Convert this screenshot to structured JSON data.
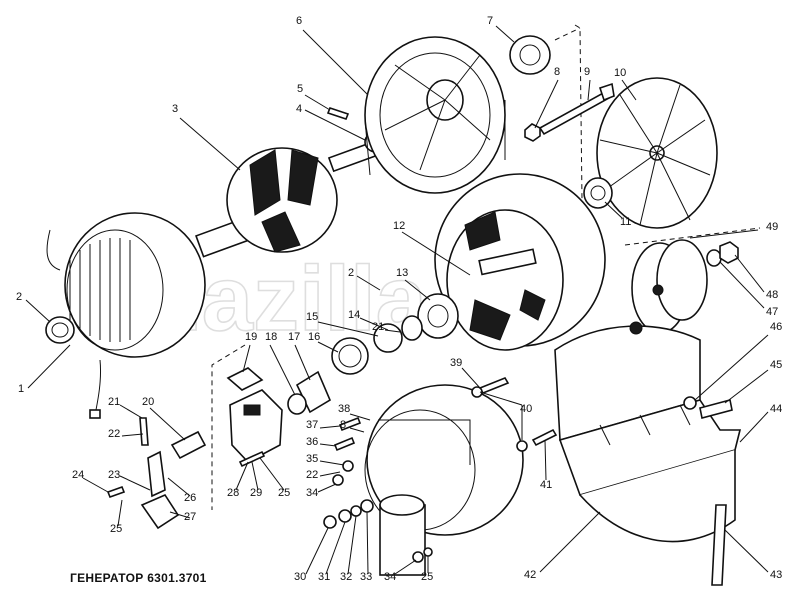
{
  "title": "ГЕНЕРАТОР 6301.3701",
  "watermark": "mazilla",
  "callouts": [
    {
      "n": "1",
      "label": "1"
    },
    {
      "n": "2a",
      "label": "2"
    },
    {
      "n": "2b",
      "label": "2"
    },
    {
      "n": "3",
      "label": "3"
    },
    {
      "n": "4",
      "label": "4"
    },
    {
      "n": "5",
      "label": "5"
    },
    {
      "n": "6",
      "label": "6"
    },
    {
      "n": "7",
      "label": "7"
    },
    {
      "n": "8a",
      "label": "8"
    },
    {
      "n": "8b",
      "label": "8"
    },
    {
      "n": "9",
      "label": "9"
    },
    {
      "n": "10",
      "label": "10"
    },
    {
      "n": "11",
      "label": "11"
    },
    {
      "n": "12",
      "label": "12"
    },
    {
      "n": "13",
      "label": "13"
    },
    {
      "n": "14",
      "label": "14"
    },
    {
      "n": "15",
      "label": "15"
    },
    {
      "n": "16",
      "label": "16"
    },
    {
      "n": "17",
      "label": "17"
    },
    {
      "n": "18",
      "label": "18"
    },
    {
      "n": "19",
      "label": "19"
    },
    {
      "n": "20",
      "label": "20"
    },
    {
      "n": "21a",
      "label": "21"
    },
    {
      "n": "21b",
      "label": "21"
    },
    {
      "n": "22a",
      "label": "22"
    },
    {
      "n": "22b",
      "label": "22"
    },
    {
      "n": "23",
      "label": "23"
    },
    {
      "n": "24",
      "label": "24"
    },
    {
      "n": "25a",
      "label": "25"
    },
    {
      "n": "25b",
      "label": "25"
    },
    {
      "n": "25c",
      "label": "25"
    },
    {
      "n": "26",
      "label": "26"
    },
    {
      "n": "27",
      "label": "27"
    },
    {
      "n": "28",
      "label": "28"
    },
    {
      "n": "29",
      "label": "29"
    },
    {
      "n": "30",
      "label": "30"
    },
    {
      "n": "31",
      "label": "31"
    },
    {
      "n": "32",
      "label": "32"
    },
    {
      "n": "33",
      "label": "33"
    },
    {
      "n": "34a",
      "label": "34"
    },
    {
      "n": "34b",
      "label": "34"
    },
    {
      "n": "35",
      "label": "35"
    },
    {
      "n": "36",
      "label": "36"
    },
    {
      "n": "37",
      "label": "37"
    },
    {
      "n": "38",
      "label": "38"
    },
    {
      "n": "39",
      "label": "39"
    },
    {
      "n": "40",
      "label": "40"
    },
    {
      "n": "41",
      "label": "41"
    },
    {
      "n": "42",
      "label": "42"
    },
    {
      "n": "43",
      "label": "43"
    },
    {
      "n": "44",
      "label": "44"
    },
    {
      "n": "45",
      "label": "45"
    },
    {
      "n": "46",
      "label": "46"
    },
    {
      "n": "47",
      "label": "47"
    },
    {
      "n": "48",
      "label": "48"
    },
    {
      "n": "49",
      "label": "49"
    }
  ]
}
